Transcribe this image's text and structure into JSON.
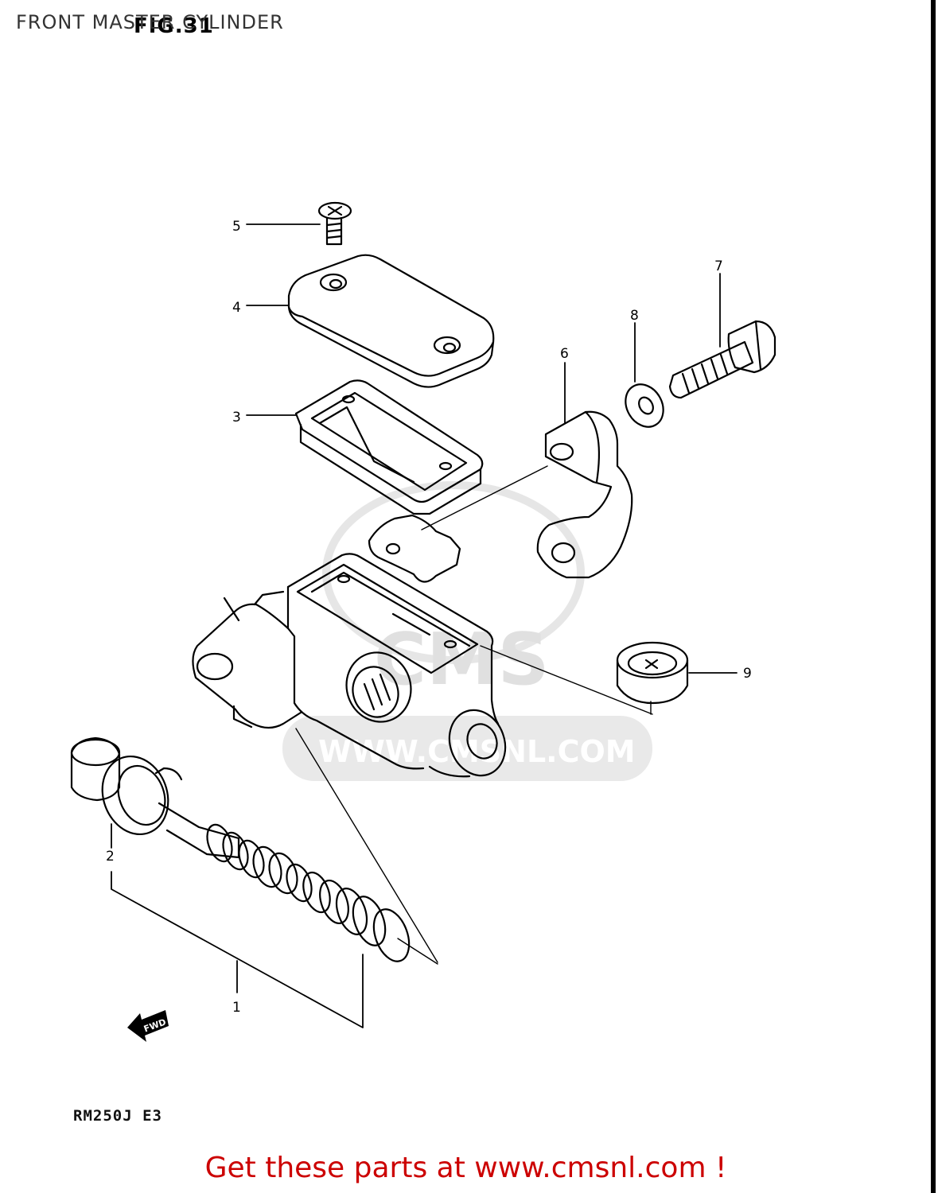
{
  "page": {
    "title": "FRONT MASTER CYLINDER",
    "figure_label": "FIG.31",
    "model_code": "RM250J  E3",
    "promo_text": "Get these parts at www.cmsnl.com !"
  },
  "watermark": {
    "brand": "CMS",
    "url": "WWW.CMSNL.COM"
  },
  "fwd_marker": "FWD",
  "callouts": [
    "1",
    "2",
    "3",
    "4",
    "5",
    "6",
    "7",
    "8",
    "9"
  ],
  "colors": {
    "promo": "#cc0000",
    "line": "#000000",
    "watermark": "#e0e0e0"
  }
}
